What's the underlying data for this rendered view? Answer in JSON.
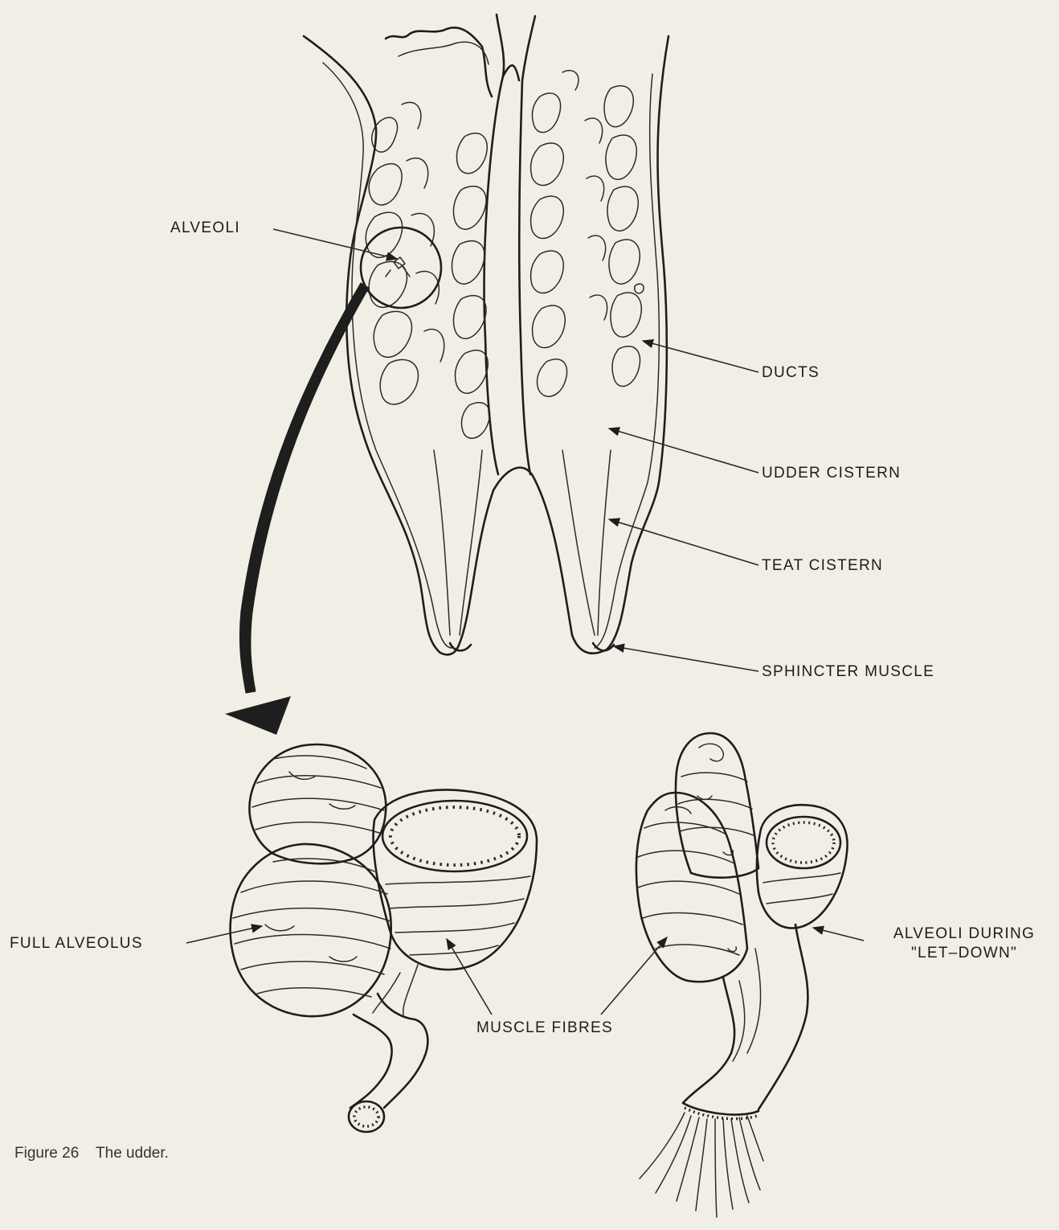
{
  "labels": {
    "alveoli": "ALVEOLI",
    "ducts": "DUCTS",
    "udder_cistern": "UDDER CISTERN",
    "teat_cistern": "TEAT CISTERN",
    "sphincter_muscle": "SPHINCTER MUSCLE",
    "full_alveolus": "FULL ALVEOLUS",
    "muscle_fibres": "MUSCLE FIBRES",
    "alveoli_let_down_line1": "ALVEOLI DURING",
    "alveoli_let_down_line2": "\"LET–DOWN\""
  },
  "caption": "Figure 26    The udder.",
  "colors": {
    "paper": "#f1efe5",
    "ink": "#1e1e1e"
  }
}
